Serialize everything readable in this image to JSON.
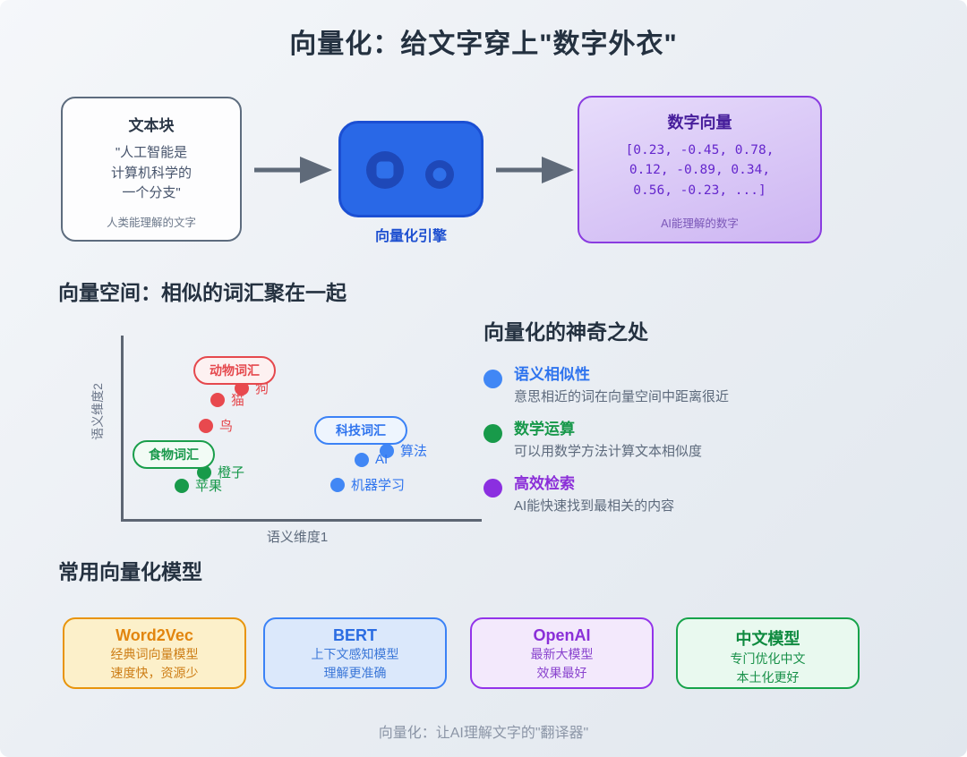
{
  "page": {
    "title": "向量化：给文字穿上\"数字外衣\"",
    "footer": "向量化：让AI理解文字的\"翻译器\""
  },
  "flow": {
    "text_block": {
      "title": "文本块",
      "lines": [
        "\"人工智能是",
        "计算机科学的",
        "一个分支\""
      ],
      "caption": "人类能理解的文字"
    },
    "engine": {
      "label": "向量化引擎"
    },
    "vector_block": {
      "title": "数字向量",
      "lines": [
        "[0.23, -0.45, 0.78,",
        "0.12, -0.89, 0.34,",
        "0.56, -0.23, ...]"
      ],
      "caption": "AI能理解的数字"
    }
  },
  "scatter_section": {
    "heading": "向量空间：相似的词汇聚在一起"
  },
  "chart_data": {
    "type": "scatter",
    "xlabel": "语义维度1",
    "ylabel": "语义维度2",
    "legend_position": "inline-badges",
    "grid": false,
    "xlim": [
      0,
      1
    ],
    "ylim": [
      0,
      1
    ],
    "clusters": [
      {
        "name": "动物词汇",
        "color": "#e5484d",
        "points": [
          {
            "label": "狗",
            "x": 0.34,
            "y": 0.73
          },
          {
            "label": "猫",
            "x": 0.27,
            "y": 0.66
          },
          {
            "label": "鸟",
            "x": 0.24,
            "y": 0.52
          }
        ]
      },
      {
        "name": "食物词汇",
        "color": "#1a9e4b",
        "points": [
          {
            "label": "橙子",
            "x": 0.23,
            "y": 0.27
          },
          {
            "label": "苹果",
            "x": 0.17,
            "y": 0.2
          },
          {
            "label": "",
            "x": 0.11,
            "y": 0.31
          }
        ]
      },
      {
        "name": "科技词汇",
        "color": "#3f83f8",
        "points": [
          {
            "label": "算法",
            "x": 0.74,
            "y": 0.39
          },
          {
            "label": "AI",
            "x": 0.67,
            "y": 0.33
          },
          {
            "label": "机器学习",
            "x": 0.61,
            "y": 0.2
          }
        ]
      }
    ]
  },
  "magic": {
    "heading": "向量化的神奇之处",
    "items": [
      {
        "title": "语义相似性",
        "desc": "意思相近的词在向量空间中距离很近",
        "color": "#3f83f8"
      },
      {
        "title": "数学运算",
        "desc": "可以用数学方法计算文本相似度",
        "color": "#169a4a"
      },
      {
        "title": "高效检索",
        "desc": "AI能快速找到最相关的内容",
        "color": "#8b2fe0"
      }
    ]
  },
  "models": {
    "heading": "常用向量化模型",
    "cards": [
      {
        "name": "Word2Vec",
        "lines": [
          "经典词向量模型",
          "速度快，资源少"
        ],
        "accent": "#e8940b"
      },
      {
        "name": "BERT",
        "lines": [
          "上下文感知模型",
          "理解更准确"
        ],
        "accent": "#3b82f6"
      },
      {
        "name": "OpenAI",
        "lines": [
          "最新大模型",
          "效果最好"
        ],
        "accent": "#9333ea"
      },
      {
        "name": "中文模型",
        "lines": [
          "专门优化中文",
          "本土化更好"
        ],
        "accent": "#16a34a"
      }
    ]
  }
}
